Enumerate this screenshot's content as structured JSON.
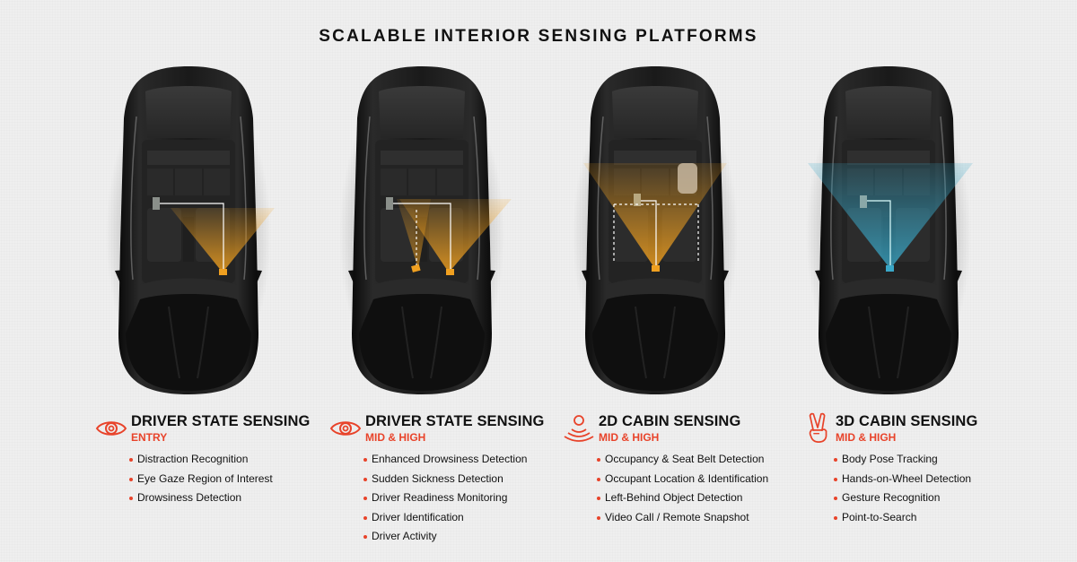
{
  "title": "SCALABLE INTERIOR SENSING PLATFORMS",
  "colors": {
    "accent": "#e8432a",
    "sensor_orange": "#f0a020",
    "sensor_blue": "#3aa8c8",
    "car_body": "#141414",
    "background": "#efefef"
  },
  "platforms": [
    {
      "icon": "eye-icon",
      "heading": "DRIVER STATE SENSING",
      "tier": "ENTRY",
      "sensor_color": "orange",
      "features": [
        "Distraction Recognition",
        "Eye Gaze Region of Interest",
        "Drowsiness Detection"
      ]
    },
    {
      "icon": "eye-icon",
      "heading": "DRIVER STATE SENSING",
      "tier": "MID & HIGH",
      "sensor_color": "orange",
      "features": [
        "Enhanced Drowsiness Detection",
        "Sudden Sickness Detection",
        "Driver Readiness Monitoring",
        "Driver Identification",
        "Driver Activity"
      ]
    },
    {
      "icon": "signal-waves-icon",
      "heading": "2D CABIN SENSING",
      "tier": "MID & HIGH",
      "sensor_color": "orange",
      "features": [
        "Occupancy & Seat Belt Detection",
        "Occupant Location & Identification",
        "Left-Behind Object Detection",
        "Video Call / Remote Snapshot"
      ]
    },
    {
      "icon": "peace-hand-icon",
      "heading": "3D CABIN SENSING",
      "tier": "MID & HIGH",
      "sensor_color": "blue",
      "features": [
        "Body Pose Tracking",
        "Hands-on-Wheel Detection",
        "Gesture Recognition",
        "Point-to-Search"
      ]
    }
  ]
}
